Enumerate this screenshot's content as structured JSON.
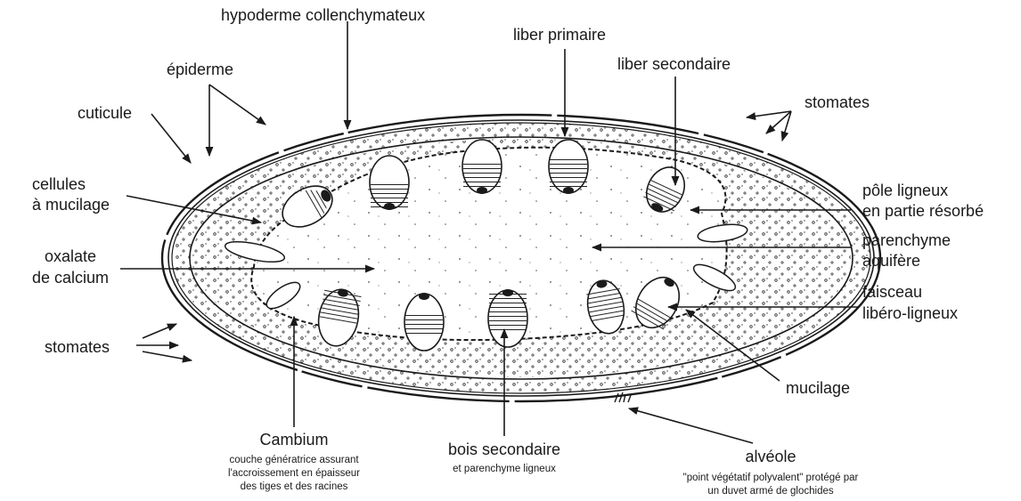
{
  "labels": {
    "hypoderme": "hypoderme collenchymateux",
    "liber_primaire": "liber primaire",
    "epiderme": "épiderme",
    "liber_secondaire": "liber secondaire",
    "stomates_top": "stomates",
    "cuticule": "cuticule",
    "cellules_1": "cellules",
    "cellules_2": "à mucilage",
    "pole_1": "pôle ligneux",
    "pole_2": "en partie résorbé",
    "oxalate_1": "oxalate",
    "oxalate_2": "de calcium",
    "parenchyme_1": "parenchyme",
    "parenchyme_2": "aquifère",
    "faisceau_1": "faisceau",
    "faisceau_2": "libéro-ligneux",
    "stomates_left": "stomates",
    "mucilage": "mucilage",
    "cambium": "Cambium",
    "cambium_d1": "couche génératrice assurant",
    "cambium_d2": "l'accroissement en épaisseur",
    "cambium_d3": "des tiges et des racines",
    "bois": "bois secondaire",
    "bois_d": "et parenchyme ligneux",
    "alveole": "alvéole",
    "alveole_d1": "\"point végétatif polyvalent\" protégé par",
    "alveole_d2": "un duvet armé de glochides"
  }
}
